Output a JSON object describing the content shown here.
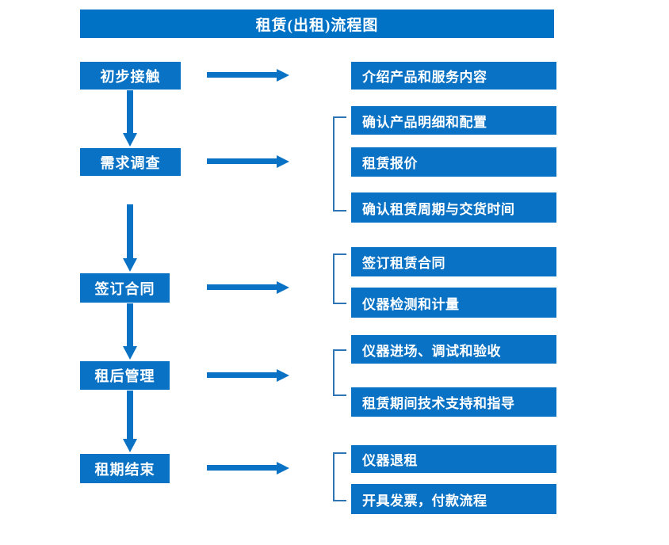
{
  "chart_data": {
    "type": "diagram",
    "title": "租赁(出租)流程图",
    "diagram_kind": "flowchart",
    "orientation": "vertical-stages-with-right-details",
    "accent_color": "#0a72c4",
    "title_bar_color": "#0072c6",
    "text_color": "#ffffff",
    "background": "#ffffff",
    "stages": [
      {
        "label": "初步接触",
        "details": [
          "介绍产品和服务内容"
        ],
        "bracketed": false
      },
      {
        "label": "需求调查",
        "details": [
          "确认产品明细和配置",
          "租赁报价",
          "确认租赁周期与交货时间"
        ],
        "bracketed": true
      },
      {
        "label": "签订合同",
        "details": [
          "签订租赁合同",
          "仪器检测和计量"
        ],
        "bracketed": true
      },
      {
        "label": "租后管理",
        "details": [
          "仪器进场、调试和验收",
          "租赁期间技术支持和指导"
        ],
        "bracketed": true
      },
      {
        "label": "租期结束",
        "details": [
          "仪器退租",
          "开具发票，付款流程"
        ],
        "bracketed": true
      }
    ],
    "connectors": {
      "down_arrow_count": 4,
      "right_arrow_count": 5,
      "bracket_count": 4
    }
  },
  "header": {
    "title": "租赁(出租)流程图"
  },
  "stages": {
    "s0": {
      "label": "初步接触"
    },
    "s1": {
      "label": "需求调查"
    },
    "s2": {
      "label": "签订合同"
    },
    "s3": {
      "label": "租后管理"
    },
    "s4": {
      "label": "租期结束"
    }
  },
  "details": {
    "d0": {
      "label": "介绍产品和服务内容"
    },
    "d1": {
      "label": "确认产品明细和配置"
    },
    "d2": {
      "label": "租赁报价"
    },
    "d3": {
      "label": "确认租赁周期与交货时间"
    },
    "d4": {
      "label": "签订租赁合同"
    },
    "d5": {
      "label": "仪器检测和计量"
    },
    "d6": {
      "label": "仪器进场、调试和验收"
    },
    "d7": {
      "label": "租赁期间技术支持和指导"
    },
    "d8": {
      "label": "仪器退租"
    },
    "d9": {
      "label": "开具发票，付款流程"
    }
  }
}
